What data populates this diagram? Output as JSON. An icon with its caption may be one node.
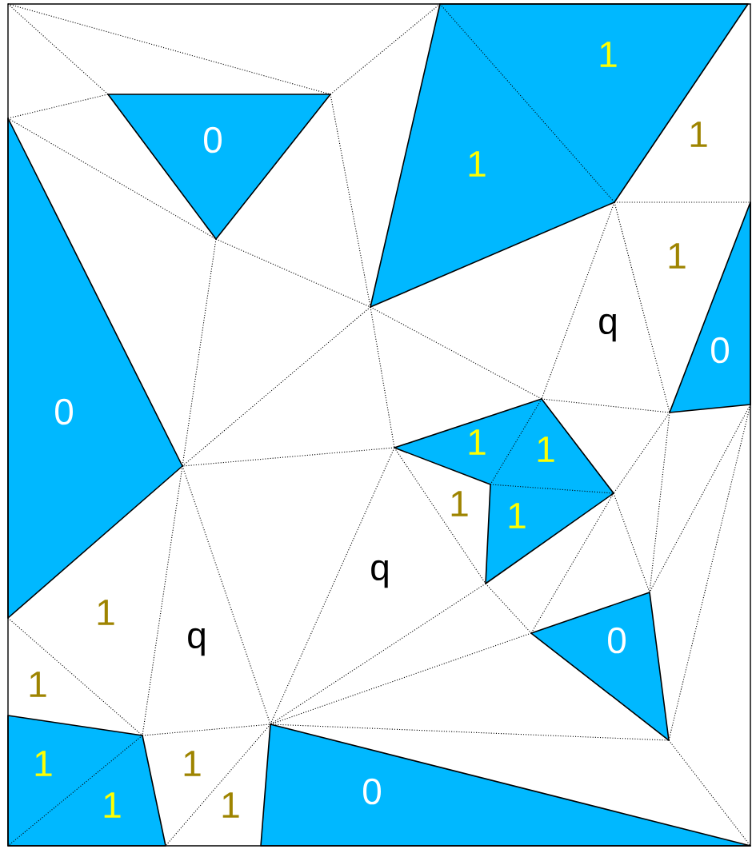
{
  "diagram": {
    "labels": [
      "1",
      "0",
      "1",
      "1",
      "1",
      "q",
      "0",
      "0",
      "1",
      "1",
      "1",
      "1",
      "q",
      "1",
      "q",
      "0",
      "1",
      "1",
      "1",
      "0",
      "1",
      "1"
    ]
  }
}
